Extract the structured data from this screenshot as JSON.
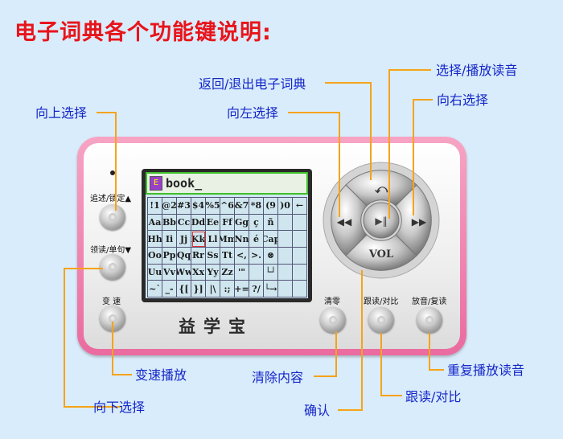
{
  "title": "电子词典各个功能键说明:",
  "callouts": {
    "select_play": "选择/播放读音",
    "back_exit": "返回/退出电子词典",
    "select_right": "向右选择",
    "select_up": "向上选择",
    "select_left": "向左选择",
    "speed_play": "变速播放",
    "select_down": "向下选择",
    "clear": "清除内容",
    "confirm": "确认",
    "repeat_play": "重复播放读音",
    "follow_compare": "跟读/对比"
  },
  "device": {
    "screen_input": "book_",
    "brand": "益学宝",
    "vol_key": "VOL",
    "keys": {
      "chase_lock": "追述/锁定▲",
      "lead_read": "领读/单句▼",
      "speed": "变 速",
      "clear": "清零",
      "follow": "跟读/对比",
      "replay": "放音/复读"
    },
    "keyboard": [
      [
        "!1",
        "@2",
        "#3",
        "$4",
        "%5",
        "^6",
        "&7",
        "*8",
        "(9",
        ")0",
        "←"
      ],
      [
        "Aa",
        "Bb",
        "Cc",
        "Dd",
        "Ee",
        "Ff",
        "Gg",
        "ç",
        "ñ",
        " ",
        " "
      ],
      [
        "Hh",
        "Ii",
        "Jj",
        "Kk",
        "Ll",
        "Mm",
        "Nn",
        "é",
        "Cap",
        " ",
        " "
      ],
      [
        "Oo",
        "Pp",
        "Qq",
        "Rr",
        "Ss",
        "Tt",
        "<,",
        ">.",
        "⊗",
        " ",
        " "
      ],
      [
        "Uu",
        "Vv",
        "Ww",
        "Xx",
        "Yy",
        "Zz",
        "'\"",
        " ",
        "└┘",
        " ",
        " "
      ],
      [
        "~`",
        "_-",
        "{[",
        "}]",
        "|\\",
        ":;",
        "+=",
        "?/",
        "└→",
        " ",
        " "
      ]
    ]
  },
  "colors": {
    "title": "#e8141b",
    "callout_text": "#1426c8",
    "leader_line": "#f5a31a",
    "device_frame": "#ef7fab",
    "screen_border": "#3fbf2a"
  }
}
